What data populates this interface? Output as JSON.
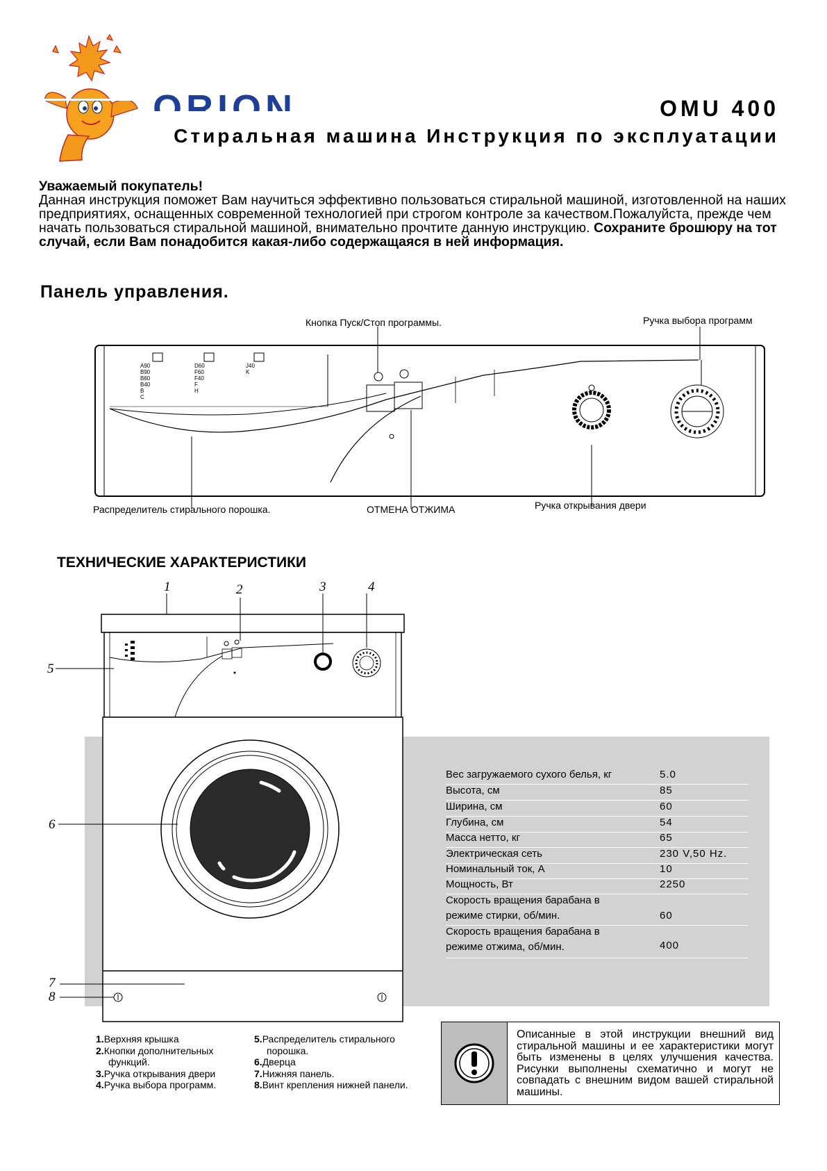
{
  "header": {
    "brand": "ORION",
    "model": "OMU 400",
    "subtitle": "Стиральная машина Инструкция по эксплуатации"
  },
  "intro": {
    "greeting": "Уважаемый покупатель!",
    "text_1": "Данная инструкция поможет Вам научиться эффективно пользоваться стиральной машиной, изготовленной на наших предприятиях, оснащенных современной технологией при строгом контроле за качеством.Пожалуйста, прежде чем начать пользоваться стиральной машиной, внимательно прочтите данную инструкцию.",
    "text_bold": "Сохраните брошюру на тот случай, если Вам понадобится какая-либо содержащаяся в ней информация."
  },
  "control_panel": {
    "heading": "Панель управления.",
    "labels": {
      "start_stop": "Кнопка Пуск/Стоп программы.",
      "program_knob": "Ручка выбора программ",
      "detergent": "Распределитель стирального порошка.",
      "spin_cancel": "ОТМЕНА ОТЖИМА",
      "door_handle": "Ручка открывания двери"
    },
    "program_table": {
      "col1": [
        "A90",
        "B90",
        "B60",
        "B40",
        "B",
        "C"
      ],
      "col2": [
        "D60",
        "F60",
        "F40",
        "F",
        "H"
      ],
      "col3": [
        "J40",
        "K"
      ]
    }
  },
  "tech": {
    "heading": "ТЕХНИЧЕСКИЕ ХАРАКТЕРИСТИКИ",
    "callouts": [
      "1",
      "2",
      "3",
      "4",
      "5",
      "6",
      "7",
      "8"
    ],
    "specs": [
      {
        "key": "Вес загружаемого сухого белья, кг",
        "value": "5.0"
      },
      {
        "key": "Высота, см",
        "value": "85"
      },
      {
        "key": "Ширина, см",
        "value": "60"
      },
      {
        "key": "Глубина, см",
        "value": "54"
      },
      {
        "key": "Масса нетто, кг",
        "value": "65"
      },
      {
        "key": "Электрическая сеть",
        "value": "230 V,50 Hz."
      },
      {
        "key": "Номинальный ток, А",
        "value": "10"
      },
      {
        "key": "Мощность, Вт",
        "value": "2250"
      },
      {
        "key": "Скорость вращения барабана в",
        "key2": "режиме стирки, об/мин.",
        "value": "60"
      },
      {
        "key": "Скорость вращения барабана в",
        "key2": "режиме отжима, об/мин.",
        "value": "400"
      }
    ],
    "legend_left": [
      {
        "n": "1.",
        "text": "Верхняя крышка"
      },
      {
        "n": "2.",
        "text": "Кнопки дополнительных"
      },
      {
        "n": "",
        "text": "функций."
      },
      {
        "n": "3.",
        "text": "Ручка открывания двери"
      },
      {
        "n": "4.",
        "text": "Ручка выбора программ."
      }
    ],
    "legend_right": [
      {
        "n": "5.",
        "text": "Распределитель стирального"
      },
      {
        "n": "",
        "text": "порошка."
      },
      {
        "n": "6.",
        "text": "Дверца"
      },
      {
        "n": "7.",
        "text": "Нижняя панель."
      },
      {
        "n": "8.",
        "text": "Винт крепления нижней панели."
      }
    ],
    "note": "Описанные в этой инструкции внешний вид стиральной машины и ее характеристики могут быть изменены в целях улучшения качества. Рисунки выполнены схематично и могут не совпадать с внешним видом вашей стиральной машины."
  }
}
